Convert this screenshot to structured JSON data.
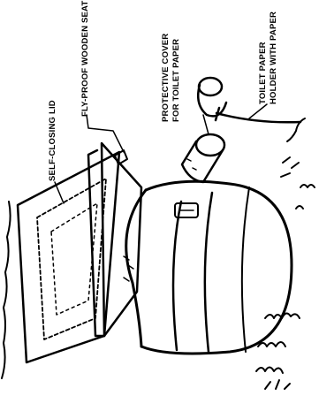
{
  "labels": {
    "lid": "SELF-CLOSING LID",
    "seat": "FLY-PROOF WOODEN SEAT",
    "cover_line1": "PROTECTIVE COVER",
    "cover_line2": "FOR TOILET PAPER",
    "holder_line1": "TOILET PAPER",
    "holder_line2": "HOLDER WITH PAPER"
  }
}
